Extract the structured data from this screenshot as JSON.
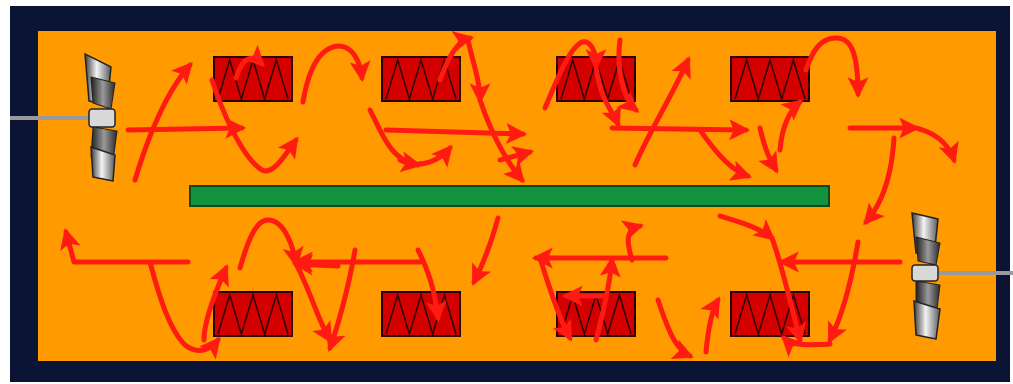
{
  "diagram": {
    "colors": {
      "frame": "#0c1436",
      "chamber": "#ff9a00",
      "shelf": "#12923c",
      "heater_fill": "#d40000",
      "heater_stroke": "#2a0000",
      "airflow": "#ff1a12",
      "fan_light": "#e8e8e8",
      "fan_dark": "#4a4a4a",
      "shaft": "#9a9a9a"
    },
    "fans": [
      {
        "name": "left-fan-icon",
        "side": "left"
      },
      {
        "name": "right-fan-icon",
        "side": "right"
      }
    ],
    "heaters": {
      "top_row_count": 4,
      "bottom_row_count": 4
    }
  }
}
